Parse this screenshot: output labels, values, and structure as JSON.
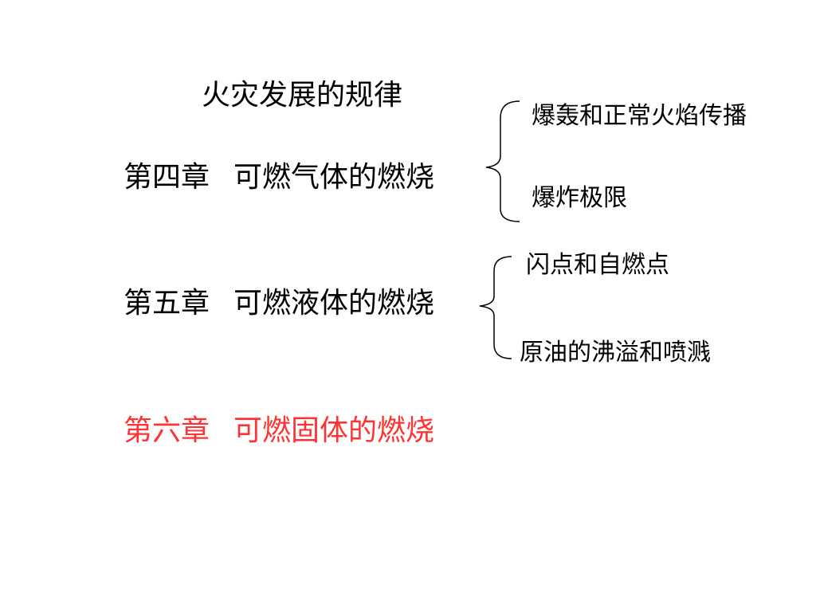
{
  "title": "火灾发展的规律",
  "chapters": [
    {
      "number": "第四章",
      "name": "可燃气体的燃烧"
    },
    {
      "number": "第五章",
      "name": "可燃液体的燃烧"
    },
    {
      "number": "第六章",
      "name": "可燃固体的燃烧"
    }
  ],
  "gas_topics": [
    "爆轰和正常火焰传播",
    "爆炸极限"
  ],
  "liquid_topics": [
    "闪点和自燃点",
    "原油的沸溢和喷溅"
  ],
  "colors": {
    "text": "#000000",
    "highlight": "#ff3333"
  }
}
